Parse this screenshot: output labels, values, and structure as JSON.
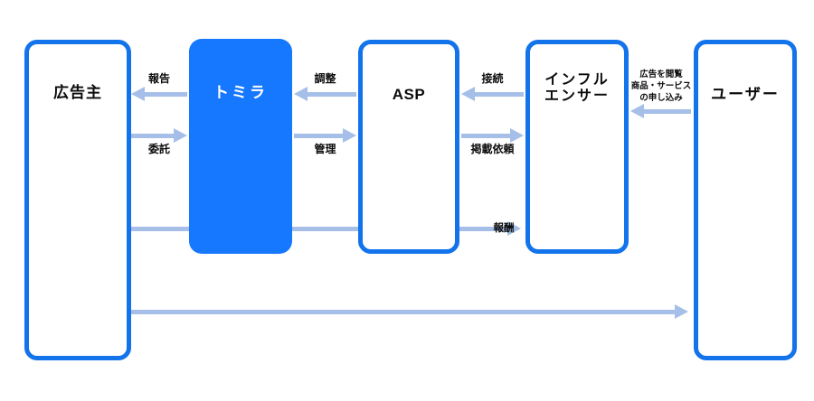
{
  "diagram": {
    "boxes": {
      "advertiser": {
        "label": "広告主"
      },
      "tomira": {
        "label": "トミラ"
      },
      "asp": {
        "label": "ASP"
      },
      "influencer": {
        "line1": "インフル",
        "line2": "エンサー"
      },
      "user": {
        "label": "ユーザー"
      }
    },
    "arrows": {
      "report": {
        "label": "報告",
        "direction": "left",
        "from": "トミラ",
        "to": "広告主"
      },
      "entrust": {
        "label": "委託",
        "direction": "right",
        "from": "広告主",
        "to": "トミラ"
      },
      "adjust": {
        "label": "調整",
        "direction": "left",
        "from": "ASP",
        "to": "トミラ"
      },
      "manage": {
        "label": "管理",
        "direction": "right",
        "from": "トミラ",
        "to": "ASP"
      },
      "connect": {
        "label": "接続",
        "direction": "left",
        "from": "インフルエンサー",
        "to": "ASP"
      },
      "posting_request": {
        "label": "掲載依頼",
        "direction": "right",
        "from": "ASP",
        "to": "インフルエンサー"
      },
      "user_application": {
        "line1": "広告を閲覧",
        "line2": "商品・サービス",
        "line3": "の申し込み",
        "direction": "left",
        "from": "ユーザー",
        "to": "インフルエンサー"
      },
      "reward": {
        "label": "報酬",
        "direction": "right",
        "from": "広告主",
        "to": "インフルエンサー"
      },
      "journey": {
        "label": "",
        "direction": "right",
        "from": "広告主",
        "to": "ユーザー"
      }
    },
    "colors": {
      "box_border": "#1273EB",
      "tomira_fill": "#1677FF",
      "arrow": "#A5BFE8",
      "label_text": "#0B0B0B",
      "tomira_text": "#FFFFFF",
      "background": "#FFFFFF"
    }
  }
}
